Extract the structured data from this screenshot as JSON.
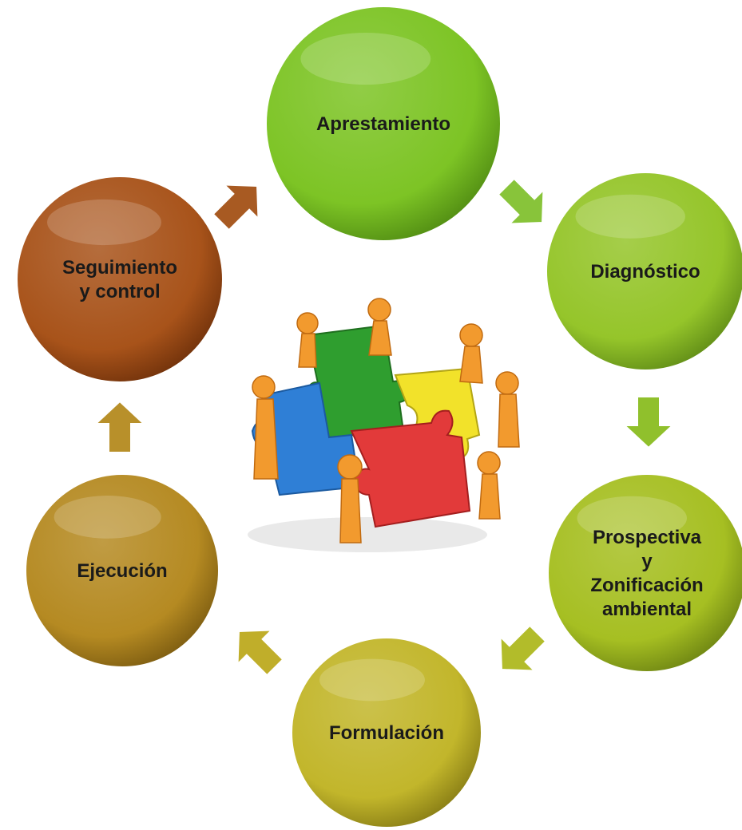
{
  "diagram": {
    "stages": [
      {
        "id": "apresto",
        "lines": [
          "Aprestamiento"
        ],
        "color": "#7dc425",
        "shade": "#4f8a12"
      },
      {
        "id": "diag",
        "lines": [
          "Diagnóstico"
        ],
        "color": "#95c52a",
        "shade": "#5e8a16"
      },
      {
        "id": "prosp",
        "lines": [
          "Prospectiva",
          "y",
          "Zonificación",
          "ambiental"
        ],
        "color": "#a6bf22",
        "shade": "#6b8212"
      },
      {
        "id": "formul",
        "lines": [
          "Formulación"
        ],
        "color": "#c2b62b",
        "shade": "#857a14"
      },
      {
        "id": "ejec",
        "lines": [
          "Ejecución"
        ],
        "color": "#b58a22",
        "shade": "#7a5a10"
      },
      {
        "id": "seguim",
        "lines": [
          "Seguimiento",
          "y control"
        ],
        "color": "#a8531a",
        "shade": "#6e300a"
      }
    ],
    "arrow_colors": [
      "#88c43a",
      "#90c02c",
      "#b2bc2a",
      "#c0ae2a",
      "#b8902a",
      "#a85a22"
    ],
    "center_icon": "teamwork-puzzle-icon",
    "puzzle_colors": [
      "#2f9e2f",
      "#f2e22a",
      "#2f7fd6",
      "#e23a3a"
    ]
  }
}
